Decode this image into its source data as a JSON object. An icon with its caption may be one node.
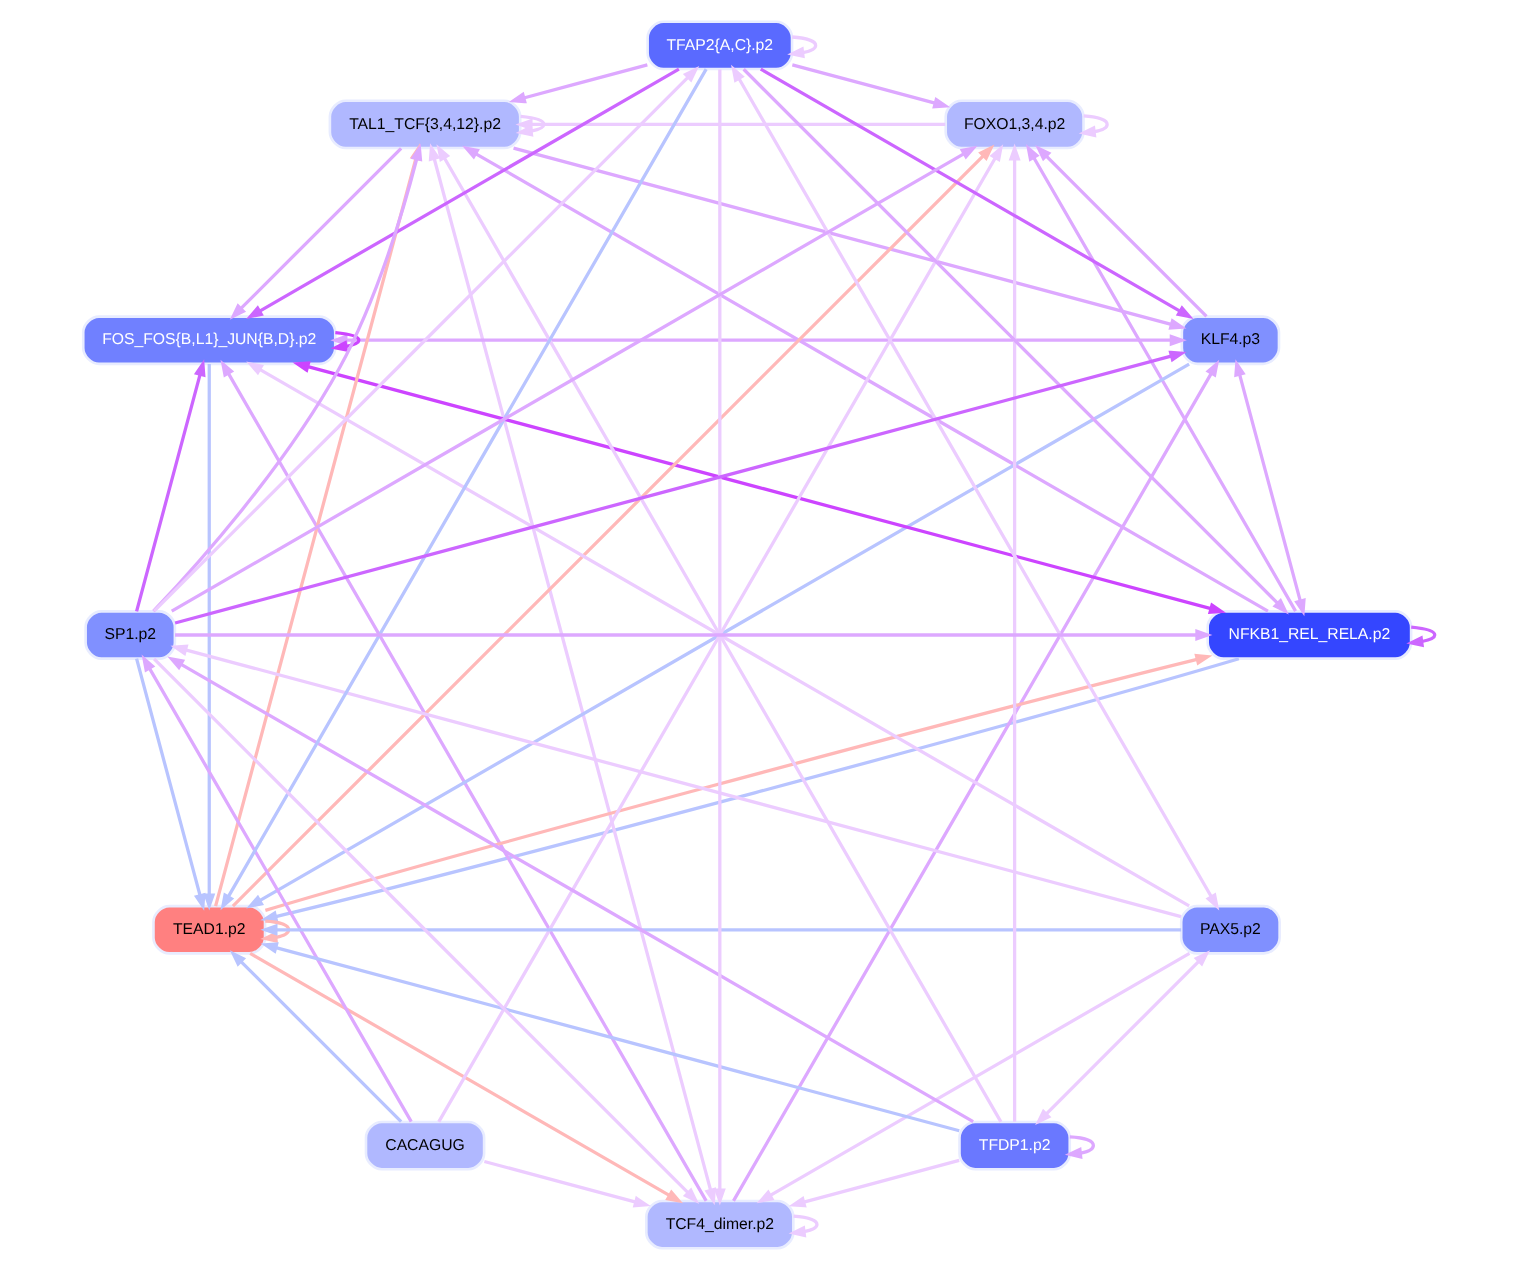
{
  "diagram": {
    "nodes": [
      {
        "text": [
          "NFKB1_REL_RELA.p2"
        ]
      },
      {
        "text": [
          "TCF4_dimer.p2"
        ]
      },
      {
        "text": [
          "TAL1_TCF{3,4,12}.p2"
        ]
      },
      {
        "text": [
          "KLF4.p3"
        ]
      },
      {
        "text": [
          "FOXO1,3,4.p2"
        ]
      },
      {
        "text": [
          "FOS_FOS{B,L1}_JUN{B,D}.p2"
        ]
      },
      {
        "text": [
          "TEAD1.p2"
        ]
      },
      {
        "text": [
          "CACAGUG"
        ]
      },
      {
        "text": [
          "PAX5.p2"
        ]
      },
      {
        "text": [
          "TFDP1.p2"
        ]
      },
      {
        "text": [
          "TFAP2{A,C}.p2"
        ]
      },
      {
        "text": [
          "SP1.p2"
        ]
      }
    ],
    "edges": [
      {
        "from": 0,
        "to": 0,
        "arrow": "to",
        "color": "#cc66ff"
      },
      {
        "from": 1,
        "to": 1,
        "arrow": "to",
        "color": "#ecccff"
      },
      {
        "from": 2,
        "to": 2,
        "arrow": "to",
        "color": "#ecccff"
      },
      {
        "from": 4,
        "to": 4,
        "arrow": "to",
        "color": "#ecccff"
      },
      {
        "from": 6,
        "to": 6,
        "arrow": "to",
        "color": "#ffb8b8"
      },
      {
        "from": 9,
        "to": 9,
        "arrow": "to"
      },
      {
        "from": 10,
        "to": 10,
        "arrow": "to",
        "color": "#ecccff"
      },
      {
        "from": 5,
        "to": 5,
        "arrow": "to",
        "color": "#cc44ff"
      },
      {
        "from": 6,
        "to": 0,
        "arrow": "to",
        "color": "#ffb8b8"
      },
      {
        "from": 6,
        "to": 1,
        "arrow": "to",
        "color": "#ffb8b8"
      },
      {
        "from": 6,
        "to": 2,
        "arrow": "to",
        "color": "#ffb8b8"
      },
      {
        "from": 6,
        "to": 4,
        "arrow": "to",
        "color": "#ffb8b8"
      },
      {
        "from": 0,
        "to": 6,
        "arrow": "to",
        "color": "#b8c4ff"
      },
      {
        "from": 3,
        "to": 6,
        "arrow": "to",
        "color": "#b8c4ff"
      },
      {
        "from": 5,
        "to": 6,
        "arrow": "to",
        "color": "#b8c4ff"
      },
      {
        "from": 8,
        "to": 6,
        "arrow": "to",
        "color": "#b8c4ff"
      },
      {
        "from": 10,
        "to": 6,
        "arrow": "to",
        "color": "#b8c4ff"
      },
      {
        "from": 11,
        "to": 6,
        "arrow": "to",
        "color": "#b8c4ff"
      },
      {
        "from": 9,
        "to": 6,
        "arrow": "to",
        "color": "#b8c4ff"
      },
      {
        "from": 7,
        "to": 6,
        "arrow": "to",
        "color": "#b8c4ff"
      },
      {
        "from": 0,
        "to": 3,
        "arrow": "both"
      },
      {
        "from": 5,
        "to": 0,
        "arrow": "both",
        "color": "#cc44ff"
      },
      {
        "from": 3,
        "to": 5,
        "arrow": "both"
      },
      {
        "from": 1,
        "to": 3,
        "arrow": "to"
      },
      {
        "from": 1,
        "to": 5,
        "arrow": "to"
      },
      {
        "from": 2,
        "to": 3,
        "arrow": "to"
      },
      {
        "from": 2,
        "to": 5,
        "arrow": "to"
      },
      {
        "from": 0,
        "to": 2,
        "arrow": "to"
      },
      {
        "from": 0,
        "to": 4,
        "arrow": "to"
      },
      {
        "from": 3,
        "to": 4,
        "arrow": "to"
      },
      {
        "from": 1,
        "to": 2,
        "arrow": "both",
        "color": "#ecccff"
      },
      {
        "from": 4,
        "to": 2,
        "arrow": "to",
        "color": "#ecccff"
      },
      {
        "from": 10,
        "to": 3,
        "arrow": "to",
        "color": "#cc66ff"
      },
      {
        "from": 11,
        "to": 3,
        "arrow": "to",
        "color": "#cc66ff"
      },
      {
        "from": 10,
        "to": 5,
        "arrow": "to",
        "color": "#cc66ff"
      },
      {
        "from": 11,
        "to": 5,
        "arrow": "to",
        "color": "#cc66ff"
      },
      {
        "from": 10,
        "to": 0,
        "arrow": "to"
      },
      {
        "from": 11,
        "to": 0,
        "arrow": "to"
      },
      {
        "from": 10,
        "to": 1,
        "arrow": "to",
        "color": "#ecccff"
      },
      {
        "from": 11,
        "to": 1,
        "arrow": "to",
        "color": "#ecccff"
      },
      {
        "from": 10,
        "to": 2,
        "arrow": "to"
      },
      {
        "from": 11,
        "to": 2,
        "arrow": "to"
      },
      {
        "from": 9,
        "to": 1,
        "arrow": "to",
        "color": "#ecccff"
      },
      {
        "from": 9,
        "to": 2,
        "arrow": "to",
        "color": "#ecccff"
      },
      {
        "from": 9,
        "to": 4,
        "arrow": "to",
        "color": "#ecccff"
      },
      {
        "from": 7,
        "to": 1,
        "arrow": "to",
        "color": "#ecccff"
      },
      {
        "from": 7,
        "to": 4,
        "arrow": "to",
        "color": "#ecccff"
      },
      {
        "from": 11,
        "to": 4,
        "arrow": "to"
      },
      {
        "from": 10,
        "to": 4,
        "arrow": "to"
      },
      {
        "from": 8,
        "to": 1,
        "arrow": "to",
        "color": "#ecccff"
      },
      {
        "from": 8,
        "to": 5,
        "arrow": "to",
        "color": "#ecccff"
      },
      {
        "from": 8,
        "to": 10,
        "arrow": "both",
        "color": "#ecccff"
      },
      {
        "from": 8,
        "to": 9,
        "arrow": "both",
        "color": "#ecccff"
      },
      {
        "from": 8,
        "to": 11,
        "arrow": "to",
        "color": "#ecccff"
      },
      {
        "from": 11,
        "to": 10,
        "arrow": "to",
        "color": "#ecccff"
      },
      {
        "from": 9,
        "to": 11,
        "arrow": "to"
      },
      {
        "from": 7,
        "to": 11,
        "arrow": "to"
      }
    ]
  }
}
